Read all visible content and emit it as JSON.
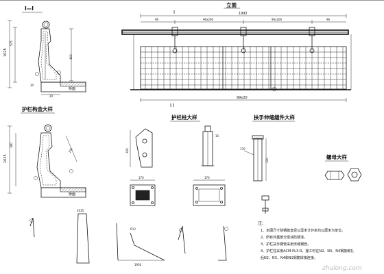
{
  "labels": {
    "section_mark": "I—I",
    "elevation_title": "立面",
    "rail_section_title": "护栏构造大样",
    "post_title": "护栏柱大样",
    "sleeve_title": "扶手伸缩缝件大样",
    "nut_title": "螺母大样",
    "cut_mark_top": "I",
    "cut_mark_bottom": "I I"
  },
  "dimensions": {
    "overall_top": "1992",
    "seg_left": "96",
    "seg_mid1": "96x200",
    "seg_mid2": "96x200",
    "seg_right": "96",
    "overall_bottom": "99x20",
    "sec_height": "1025",
    "sec_upper": "575",
    "sec_lower": "450",
    "sec_30": "30",
    "sec_20": "20",
    "det_height": "1025",
    "det_380": "380",
    "det_190": "190",
    "post_width": "170",
    "post_height": "300",
    "post_plate": "170",
    "post_small": "15",
    "sleeve_dim": "170",
    "sleeve_len": "320",
    "bottom_dim_a": "1035",
    "bottom_dim_b": "1950",
    "bottom_r": "R12"
  },
  "callouts": {
    "deck": "桥面",
    "circle_1": "1",
    "circle_2": "2",
    "circle_3": "3",
    "circle_4": "4"
  },
  "notes": {
    "heading": "注:",
    "items": [
      "1、本图尺寸除钢筋直径以毫米计外余均以厘米为单位。",
      "2、所有外露部分需涂防锈漆。",
      "3、护栏扶手钢管采用无缝钢管。",
      "4、护栏柱采用ACM-PL3-R，施工时在N2、N3、N4钢筋绑扎",
      "   后N2、N3、N4和N1钢筋焊接连接。"
    ]
  },
  "watermark": "zhulong.com"
}
